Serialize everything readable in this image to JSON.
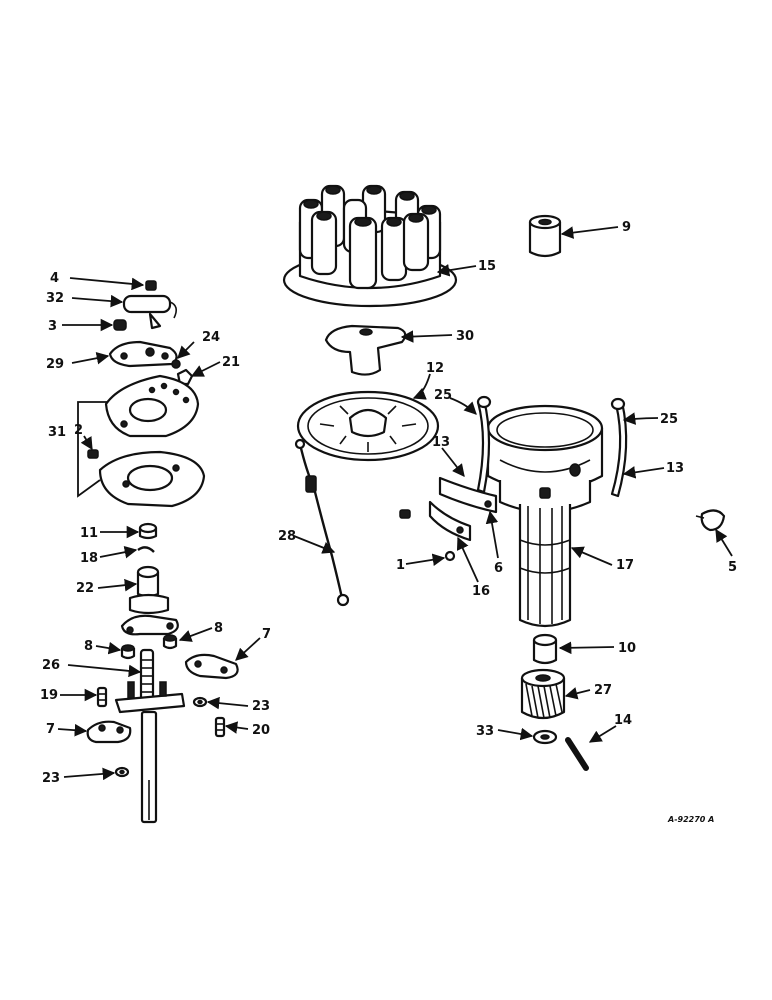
{
  "diagram": {
    "reference_code": "A-92270 A",
    "callouts": [
      {
        "id": "c4",
        "label": "4"
      },
      {
        "id": "c32",
        "label": "32"
      },
      {
        "id": "c3",
        "label": "3"
      },
      {
        "id": "c24",
        "label": "24"
      },
      {
        "id": "c29",
        "label": "29"
      },
      {
        "id": "c21",
        "label": "21"
      },
      {
        "id": "c31",
        "label": "31"
      },
      {
        "id": "c2",
        "label": "2"
      },
      {
        "id": "c11",
        "label": "11"
      },
      {
        "id": "c18",
        "label": "18"
      },
      {
        "id": "c22",
        "label": "22"
      },
      {
        "id": "c8a",
        "label": "8"
      },
      {
        "id": "c8b",
        "label": "8"
      },
      {
        "id": "c7a",
        "label": "7"
      },
      {
        "id": "c26",
        "label": "26"
      },
      {
        "id": "c19",
        "label": "19"
      },
      {
        "id": "c23a",
        "label": "23"
      },
      {
        "id": "c7b",
        "label": "7"
      },
      {
        "id": "c20",
        "label": "20"
      },
      {
        "id": "c23b",
        "label": "23"
      },
      {
        "id": "c9",
        "label": "9"
      },
      {
        "id": "c15",
        "label": "15"
      },
      {
        "id": "c30",
        "label": "30"
      },
      {
        "id": "c12",
        "label": "12"
      },
      {
        "id": "c25a",
        "label": "25"
      },
      {
        "id": "c25b",
        "label": "25"
      },
      {
        "id": "c13a",
        "label": "13"
      },
      {
        "id": "c13b",
        "label": "13"
      },
      {
        "id": "c28",
        "label": "28"
      },
      {
        "id": "c6",
        "label": "6"
      },
      {
        "id": "c1",
        "label": "1"
      },
      {
        "id": "c16",
        "label": "16"
      },
      {
        "id": "c17",
        "label": "17"
      },
      {
        "id": "c5",
        "label": "5"
      },
      {
        "id": "c10",
        "label": "10"
      },
      {
        "id": "c27",
        "label": "27"
      },
      {
        "id": "c33",
        "label": "33"
      },
      {
        "id": "c14",
        "label": "14"
      }
    ]
  }
}
